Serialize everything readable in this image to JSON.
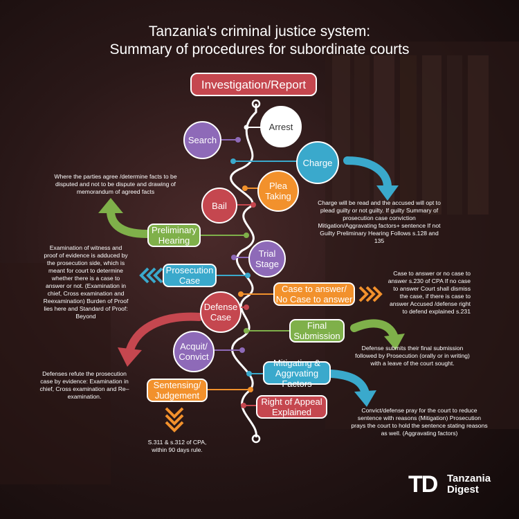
{
  "title_line1": "Tanzania's criminal justice system:",
  "title_line2": "Summary of procedures for subordinate courts",
  "colors": {
    "purple": "#8e6ab8",
    "blue": "#3aa9cc",
    "orange": "#f2912c",
    "red": "#c5474f",
    "green": "#7fb04a",
    "white": "#ffffff"
  },
  "stages": {
    "investigation": "Investigation/Report",
    "arrest": "Arrest",
    "search": "Search",
    "charge": "Charge",
    "plea_l1": "Plea",
    "plea_l2": "Taking",
    "bail": "Bail",
    "prelim_l1": "Preliminary",
    "prelim_l2": "Hearing",
    "trial_l1": "Trial",
    "trial_l2": "Stage",
    "prosecution_l1": "Prosecution",
    "prosecution_l2": "Case",
    "case_answer_l1": "Case to answer/",
    "case_answer_l2": "No Case to answer",
    "defense_l1": "Defense",
    "defense_l2": "Case",
    "final_l1": "Final",
    "final_l2": "Submission",
    "acquit_l1": "Acquit/",
    "acquit_l2": "Convict",
    "mitigating_l1": "Mitigating &",
    "mitigating_l2": "Aggrvating Factors",
    "sentencing_l1": "Sentensing/",
    "sentencing_l2": "Judgement",
    "appeal_l1": "Right of Appeal",
    "appeal_l2": "Explained"
  },
  "notes": {
    "agreed_facts": "Where the parties agree /determine facts to be disputed and not to be dispute and drawing of memorandum of agreed facts",
    "charge": "Charge will be read and the accused will opt to plead guilty or not guilty. If guilty Summary of prosecution case conviction Mitigation/Aggravating factors+ sentence If not Guilty Preliminary Hearing Follows s.128 and 135",
    "prosecution": "Examination of witness and proof of evidence is adduced by the prosecution side, which is meant for court to determine whether there is a case to answer or not. (Examination in chief, Cross examination and Reexamination) Burden of Proof lies here and Standard of Proof: Beyond",
    "case_answer": "Case to answer or no case to answer s.230 of CPA If no case to answer Court shall dismiss the case, if there is case to answer Accused /defense right to defend explained s.231",
    "final_submission": "Defense submits their final submission followed by Prosecution (orally or in writing) with a leave of the court sought.",
    "defense": "Defenses refute the prosecution case by evidence: Examination in chief, Cross examination and Re–examination.",
    "mitigation": "Convict/defense pray for the court to reduce sentence with reasons (Mitigation) Prosecution prays the court to hold the sentence stating reasons as well. (Aggravating factors)",
    "sentencing": "S.311 & s.312 of CPA, within 90 days rule."
  },
  "logo": {
    "mark": "TD",
    "line1": "Tanzania",
    "line2": "Digest"
  }
}
